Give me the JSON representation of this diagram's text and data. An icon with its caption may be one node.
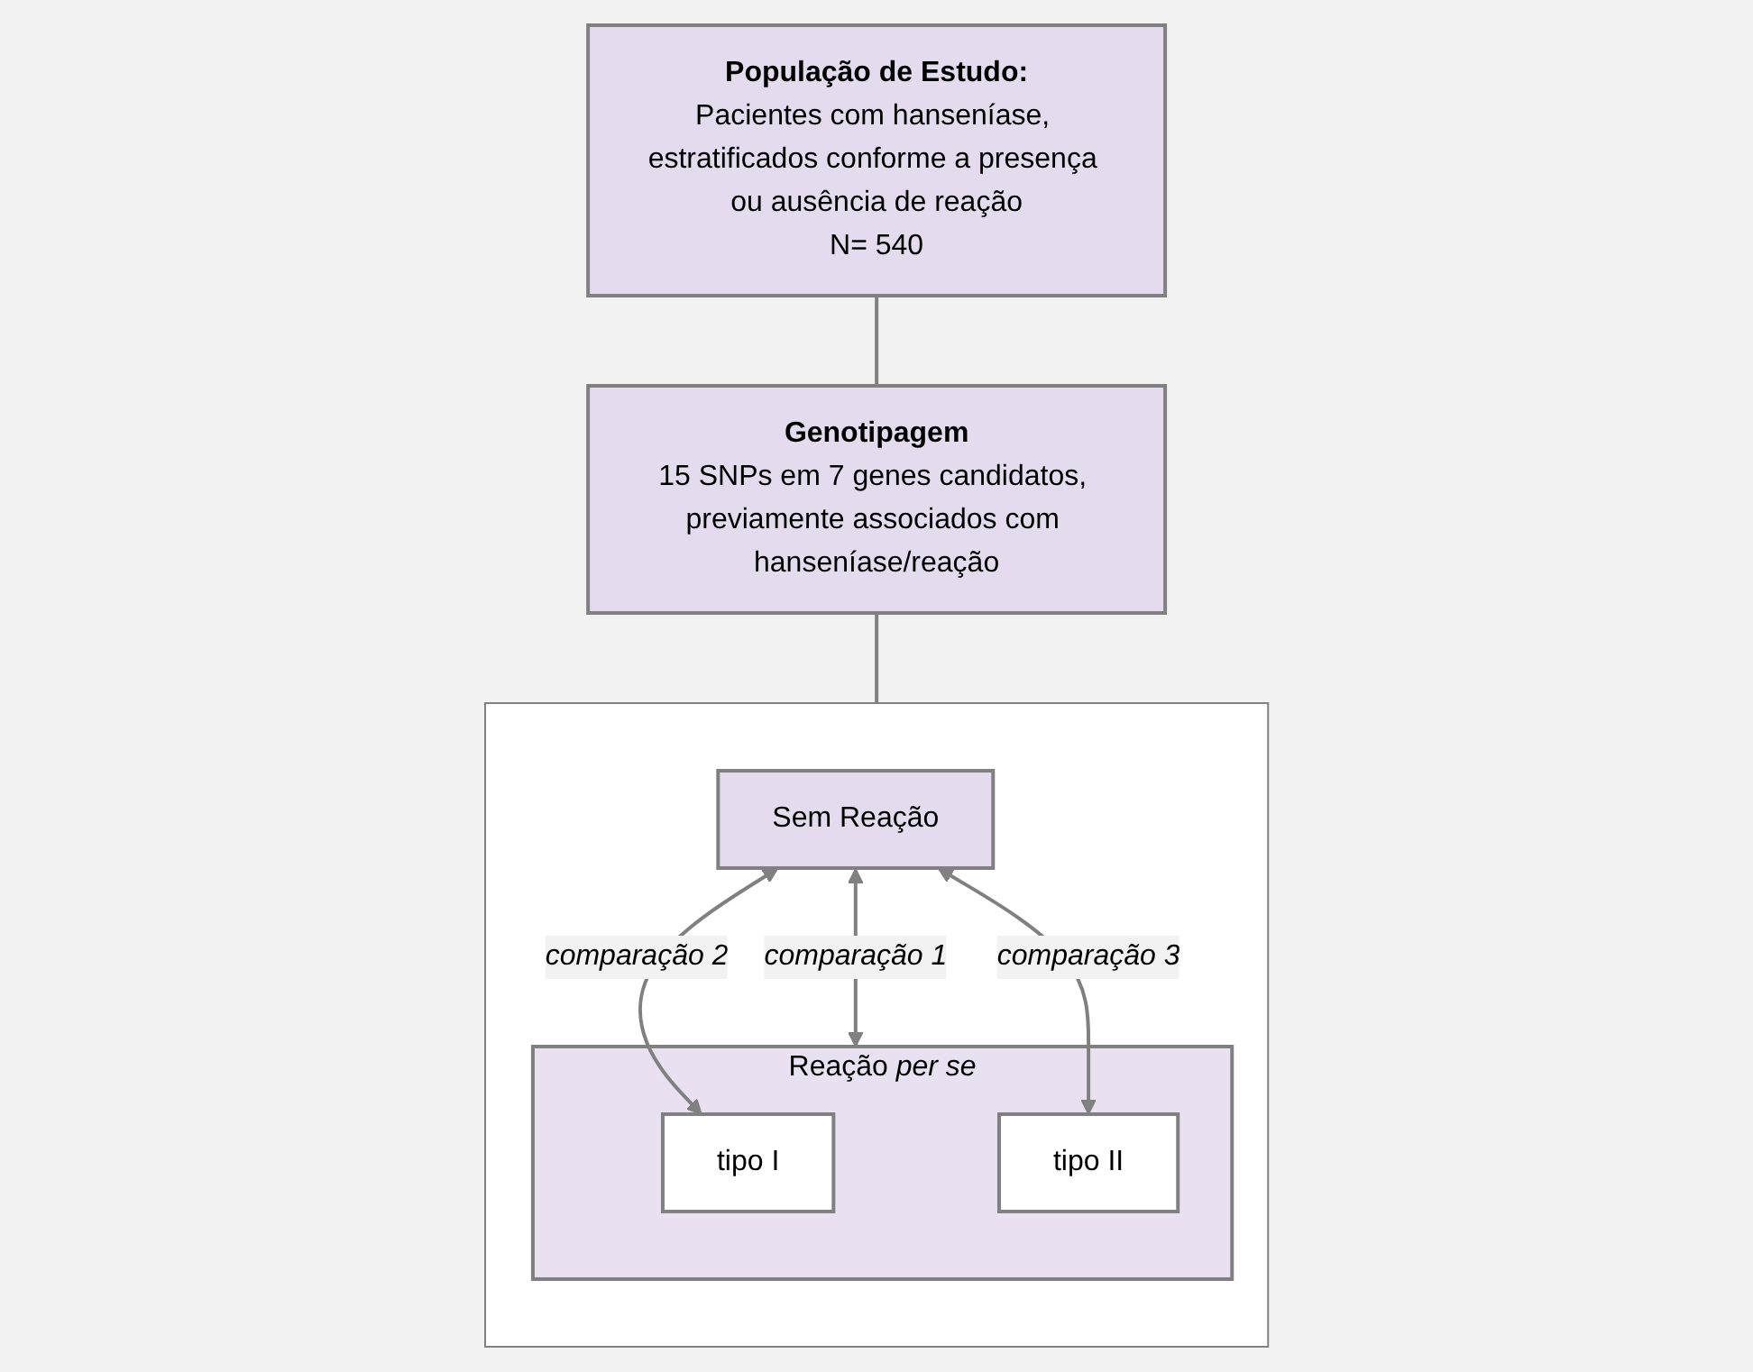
{
  "diagram": {
    "nodes": [
      {
        "text": [
          "População de Estudo:",
          "Pacientes com hanseníase, estratificados conforme a presença ou ausência de reação",
          "N= 540"
        ]
      },
      {
        "text": [
          "Genotipagem",
          "15 SNPs em 7 genes candidatos, previamente associados com hanseníase/reação"
        ]
      },
      {
        "text": [],
        "shape": "box"
      },
      {
        "text": [
          "Sem Reação"
        ],
        "in": 2
      },
      {
        "text": [
          "Reação *per se*"
        ],
        "in": 2
      },
      {
        "text": [
          "tipo I"
        ],
        "in": 4
      },
      {
        "text": [
          "tipo II"
        ],
        "in": 4
      }
    ],
    "edges": [
      {
        "from": 0,
        "to": 1,
        "arrow": "none"
      },
      {
        "from": 1,
        "to": 2,
        "arrow": "none"
      },
      {
        "from": 3,
        "to": 4,
        "arrow": "both",
        "label": "comparação 1"
      },
      {
        "from": 3,
        "to": 5,
        "arrow": "both",
        "label": "comparação 2"
      },
      {
        "from": 3,
        "to": 6,
        "arrow": "both",
        "label": "comparação 3"
      }
    ]
  }
}
